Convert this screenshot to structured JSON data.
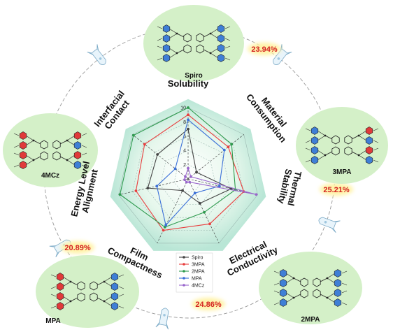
{
  "chart_data": {
    "type": "radar",
    "axes": [
      "Solubility",
      "Material Consumption",
      "Thermal Stability",
      "Electrical Conductivity",
      "Film Compactness",
      "Energy Level Alignment",
      "Interfacial Contact"
    ],
    "axis_label_lines": [
      [
        "Solubility"
      ],
      [
        "Material",
        "Consumption"
      ],
      [
        "Thermal",
        "Stability"
      ],
      [
        "Electrical",
        "Conductivity"
      ],
      [
        "Film",
        "Compactness"
      ],
      [
        "Energy Level",
        "Alignment"
      ],
      [
        "Interfacial",
        "Contact"
      ]
    ],
    "range": [
      0,
      10
    ],
    "ticks": [
      "2",
      "4",
      "6",
      "8",
      "10"
    ],
    "series": [
      {
        "name": "Spiro",
        "color": "#444444",
        "values": [
          7,
          1.5,
          6.2,
          3.8,
          1.8,
          5.8,
          5.5
        ]
      },
      {
        "name": "3MPA",
        "color": "#e83e3e",
        "values": [
          9,
          7.2,
          8,
          7,
          8,
          7.5,
          7.8
        ]
      },
      {
        "name": "2MPA",
        "color": "#2e9a4e",
        "values": [
          10,
          7.8,
          6.8,
          5.2,
          7.5,
          9.8,
          9.8
        ]
      },
      {
        "name": "MPA",
        "color": "#3a6fd8",
        "values": [
          8.3,
          6.5,
          4.5,
          2.2,
          7.2,
          4.5,
          2.3
        ]
      },
      {
        "name": "4MCz",
        "color": "#9966cc",
        "values": [
          1.5,
          0.5,
          9.8,
          0.5,
          0.5,
          0.5,
          0.5
        ]
      }
    ],
    "legend_position": "bottom-center"
  },
  "molecules": [
    {
      "name": "Spiro"
    },
    {
      "name": "3MPA"
    },
    {
      "name": "2MPA"
    },
    {
      "name": "MPA"
    },
    {
      "name": "4MCz"
    }
  ],
  "percentages": [
    "23.94%",
    "25.21%",
    "24.86%",
    "20.89%"
  ],
  "colors": {
    "blob": "#d4f0c8",
    "red_unit": "#e03a3a",
    "blue_unit": "#3f7fd6",
    "dash": "#999999",
    "pct_bg": "#fff3a8"
  }
}
